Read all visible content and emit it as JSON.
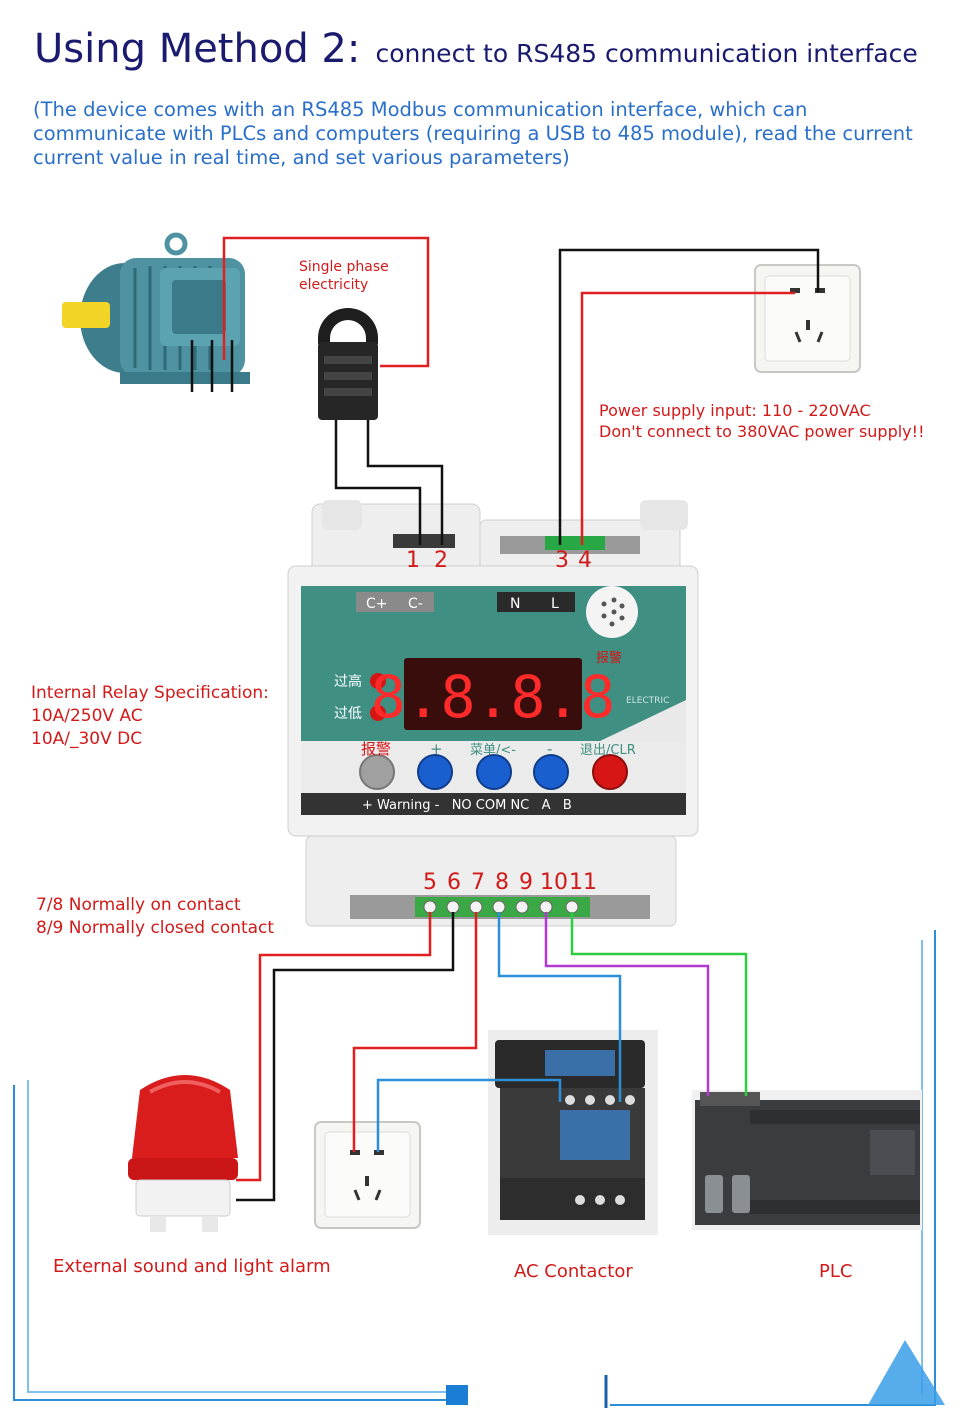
{
  "title": {
    "main": "Using Method 2:",
    "sub": "connect to RS485 communication interface"
  },
  "intro": "(The device comes with an RS485 Modbus communication interface, which can communicate with PLCs and computers (requiring a USB to 485 module), read the current current value in real time, and set various parameters)",
  "labels": {
    "single_phase": [
      "Single phase",
      "electricity"
    ],
    "power_supply": [
      "Power supply input: 110 - 220VAC",
      "Don't connect to 380VAC power supply!!"
    ],
    "relay_spec": [
      "Internal Relay Specification:",
      "10A/250V AC",
      "10A/_30V DC"
    ],
    "contacts": [
      "7/8 Normally on contact",
      "8/9 Normally closed contact"
    ],
    "alarm": "External sound and light alarm",
    "contactor": "AC Contactor",
    "plc": "PLC"
  },
  "terminals_top": [
    "1",
    "2",
    "3",
    "4"
  ],
  "terminals_bottom": [
    "5",
    "6",
    "7",
    "8",
    "9",
    "10",
    "11"
  ],
  "device": {
    "ct_plus": "C+",
    "ct_minus": "C-",
    "n": "N",
    "l": "L",
    "alarm_cn": "报警",
    "over_high": "过高",
    "over_low": "过低",
    "display": "8.8.8.8",
    "brand": "ELECTRIC",
    "btn_alarm": "报警",
    "btn_plus": "+",
    "btn_menu": "菜单/<-",
    "btn_minus": "-",
    "btn_exit": "退出/CLR",
    "bottom_row": "+ Warning -   NO COM NC   A   B"
  },
  "colors": {
    "wire_red": "#e02020",
    "wire_black": "#111111",
    "wire_blue": "#2a8fd8",
    "wire_purple": "#b23ad0",
    "wire_green": "#2ecc40",
    "device_green": "#3f8f83",
    "title": "#1a1a6e",
    "intro": "#2a6fc9"
  }
}
